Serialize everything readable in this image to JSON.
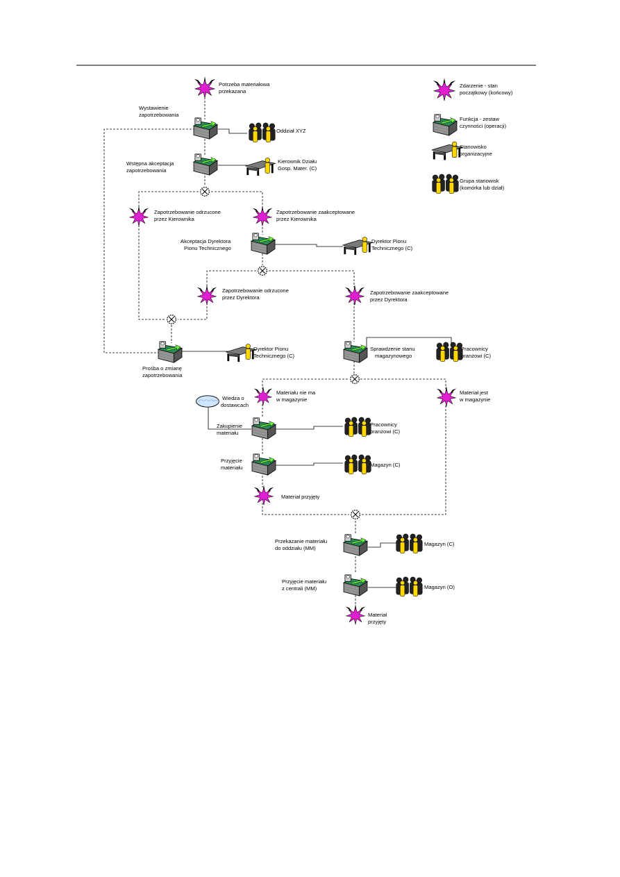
{
  "colors": {
    "event": "#e020d0",
    "event_spike": "#000000",
    "function_base": "#808080",
    "function_top": "#2e8b57",
    "function_arrow": "#6cff3c",
    "person": "#ffd700",
    "connector": "#000000"
  },
  "legend": [
    {
      "icon": "event-icon",
      "lines": [
        "Zdarzenie - stan",
        "początkowy (końcowy)"
      ]
    },
    {
      "icon": "function-icon",
      "lines": [
        "Funkcja - zestaw",
        "czynności (operacji)"
      ]
    },
    {
      "icon": "position-icon",
      "lines": [
        "Stanowisko",
        "organizacyjne"
      ]
    },
    {
      "icon": "group-icon",
      "lines": [
        "Grupa stanowisk",
        "(komórka lub dział)"
      ]
    }
  ],
  "events": {
    "e1": [
      "Potrzeba materiałowa",
      "przekazana"
    ],
    "e2": [
      "Zapotrzebowanie odrzucone",
      "przez Kierownika"
    ],
    "e3": [
      "Zapotrzebowanie zaakceptowane",
      "przez Kierownika"
    ],
    "e4": [
      "Zapotrzebowanie odrzucone",
      "przez Dyrektora"
    ],
    "e5": [
      "Zapotrzebowanie zaakceptowane",
      "przez Dyrektora"
    ],
    "e6": [
      "Materiału nie ma",
      "w magazynie"
    ],
    "e7": [
      "Materiał jest",
      "w magazynie"
    ],
    "e8": [
      "Materiał przyjęty"
    ],
    "e9": [
      "Materiał",
      "przyjęty"
    ]
  },
  "functions": {
    "f1": [
      "Wystawienie",
      "zapotrzebowania"
    ],
    "f2": [
      "Wstępna akceptacja",
      "zapotrzebowania"
    ],
    "f3": [
      "Akceptacja Dyrektora",
      "Pionu Technicznego"
    ],
    "f4": [
      "Prośba o zmianę",
      "zapotrzebowania"
    ],
    "f5": [
      "Sprawdzenie stanu",
      "magazynowego"
    ],
    "f6": [
      "Zakupienie",
      "materiału"
    ],
    "f7": [
      "Przyjęcie",
      "materiału"
    ],
    "f8": [
      "Przekazanie materiału",
      "do oddziału (MM)"
    ],
    "f9": [
      "Przyjęcie materiału",
      "z centrali (MM)"
    ]
  },
  "units": {
    "u1": [
      "Oddział XYZ"
    ],
    "u2": [
      "Kierownik Działu",
      "Gosp. Mater. (C)"
    ],
    "u3": [
      "Dyrektor Pionu",
      "Technicznego (C)"
    ],
    "u4": [
      "Dyrektor Pionu",
      "Technicznego (C)"
    ],
    "u5": [
      "Pracownicy",
      "branżowi (C)"
    ],
    "u6": [
      "Pracownicy",
      "branżowi (C)"
    ],
    "u7": [
      "Magazyn (C)"
    ],
    "u8": [
      "Magazyn (C)"
    ],
    "u9": [
      "Magazyn (O)"
    ]
  },
  "knowledge": {
    "k1": [
      "Wiedza o",
      "dostawcach"
    ]
  }
}
